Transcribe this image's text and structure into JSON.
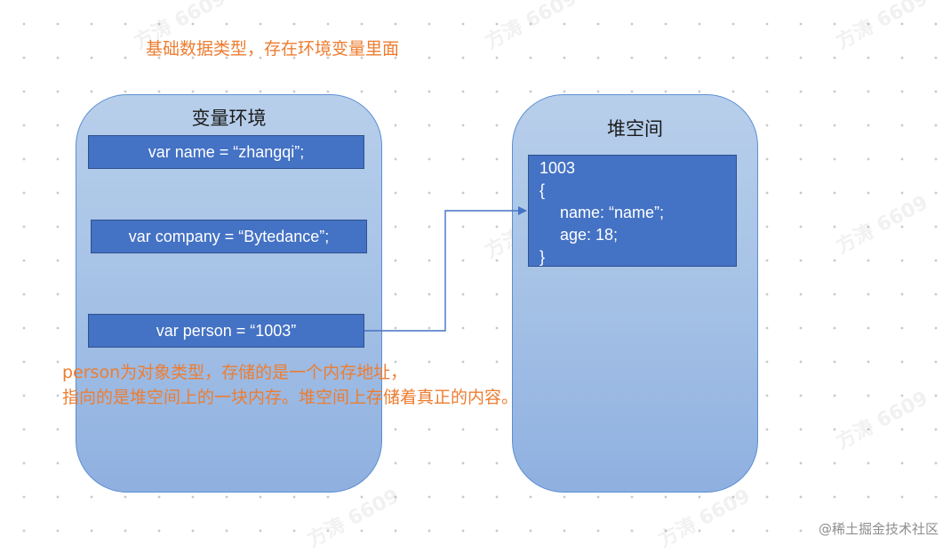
{
  "top_note": "基础数据类型，存在环境变量里面",
  "env_panel": {
    "title": "变量环境",
    "vars": [
      "var name = “zhangqi”;",
      "var company = “Bytedance”;",
      "var person = “1003”"
    ]
  },
  "heap_panel": {
    "title": "堆空间",
    "object_lines": [
      "1003",
      "{",
      "name: “name”;",
      "age: 18;",
      "}"
    ]
  },
  "person_note": {
    "line1": "person为对象类型，存储的是一个内存地址，",
    "line2": "指向的是堆空间上的一块内存。堆空间上存储着真正的内容。"
  },
  "watermark_text": "方涛 6609",
  "brand": "@稀土掘金技术社区",
  "colors": {
    "panel_fill": "#a7c3e6",
    "panel_border": "#5b8ed2",
    "box_fill": "#4472c4",
    "note_text": "#ed7d31",
    "arrow": "#4472c4"
  }
}
